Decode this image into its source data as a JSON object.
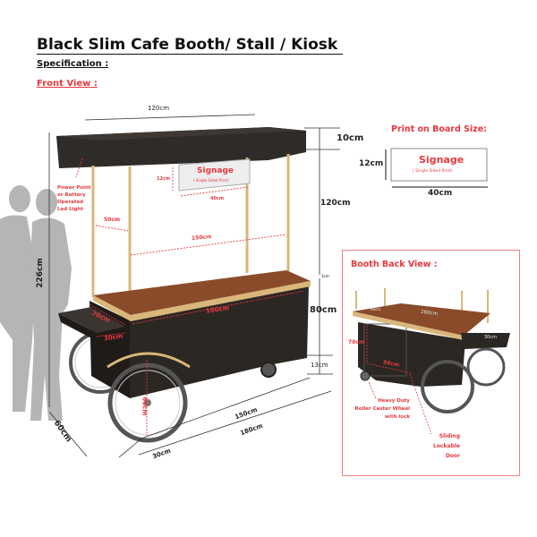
{
  "header": {
    "title": "Black Slim Cafe Booth/ Stall  / Kiosk",
    "spec_label": "Specification :",
    "front_view_label": "Front View :"
  },
  "front_view": {
    "dim_canopy_width": "120cm",
    "dim_canopy_height": "10cm",
    "dim_pole_height": "120cm",
    "dim_counter_thickness": "3cm",
    "dim_body_height": "80cm",
    "dim_clearance": "13cm",
    "dim_total_height": "226cm",
    "dim_depth": "60cm",
    "dim_body_length": "150cm",
    "dim_total_length": "180cm",
    "dim_shelf_length": "30cm",
    "dim_pole_depth": "50cm",
    "dim_pole_span": "150cm",
    "dim_counter_depth": "70cm",
    "dim_counter_length": "160cm",
    "dim_shelf_width": "30cm",
    "dim_wheel": "66cm",
    "light_note": [
      "Power Point",
      "or Battery",
      "Operated",
      "Led Light"
    ],
    "signage": {
      "title": "Signage",
      "subtitle": "( Single Sided Print)",
      "height": "12cm",
      "width": "40cm"
    }
  },
  "print_board": {
    "heading": "Print on Board Size:",
    "title": "Signage",
    "subtitle": "( Single Sided Print)",
    "height": "12cm",
    "width": "40cm"
  },
  "back_view": {
    "heading": "Booth Back View :",
    "dim_counter_depth": "60cm",
    "dim_counter_length": "160cm",
    "dim_shelf": "30cm",
    "dim_door_height": "70cm",
    "dim_door_width": "90cm",
    "caster_note": [
      "Heavy Duty",
      "Roller Caster Wheel",
      "with lock"
    ],
    "door_note": [
      "Sliding",
      "Lockable",
      "Door"
    ]
  },
  "colors": {
    "accent": "#e8383d",
    "cabinet": "#2b2723",
    "wood": "#8a4b2a",
    "trim": "#d9b77a"
  }
}
